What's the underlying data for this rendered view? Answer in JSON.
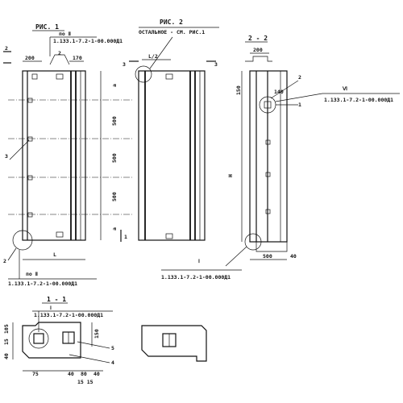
{
  "fig1": {
    "title": "РИС. 1",
    "ref_top": "по Ⅱ",
    "ref_top_doc": "1.133.1-7.2-1-00.000Д1",
    "dim_200": "200",
    "dim_170": "170",
    "label_2": "2",
    "label_3": "3",
    "label_2b": "2",
    "label_L": "L",
    "section_mark": "1",
    "ref_bottom": "по Ⅱ",
    "ref_bottom_doc": "1.133.1-7.2-1-00.000Д1",
    "dims_vertical": [
      "а",
      "500",
      "500",
      "500",
      "а"
    ]
  },
  "fig2": {
    "title": "РИС. 2",
    "subtitle": "ОСТАЛЬНОЕ - СМ. РИС.1",
    "dim_L2": "L/2",
    "section_mark": "3",
    "ref_bottom": "Ⅰ",
    "ref_bottom_doc": "1.133.1-7.2-1-00.000Д1"
  },
  "section22": {
    "title": "2 - 2",
    "dim_200": "200",
    "dim_150": "150",
    "dim_140": "140",
    "dim_H": "Н",
    "label_2": "2",
    "label_1": "1",
    "ref_VI": "Ⅵ",
    "ref_VI_doc": "1.133.1-7.2-1-00.000Д1",
    "dim_500": "500",
    "dim_40": "40"
  },
  "section11": {
    "title": "1 - 1",
    "ref_I": "Ⅰ",
    "ref_I_doc": "1.133.1-7.2-1-00.000Д1",
    "dim_105": "105",
    "dim_15": "15",
    "dim_40": "40",
    "dim_75": "75",
    "dim_150": "150",
    "label_5": "5",
    "label_4": "4",
    "bottom_dims": [
      "40",
      "80",
      "40"
    ],
    "bottom_small": "15 15"
  }
}
